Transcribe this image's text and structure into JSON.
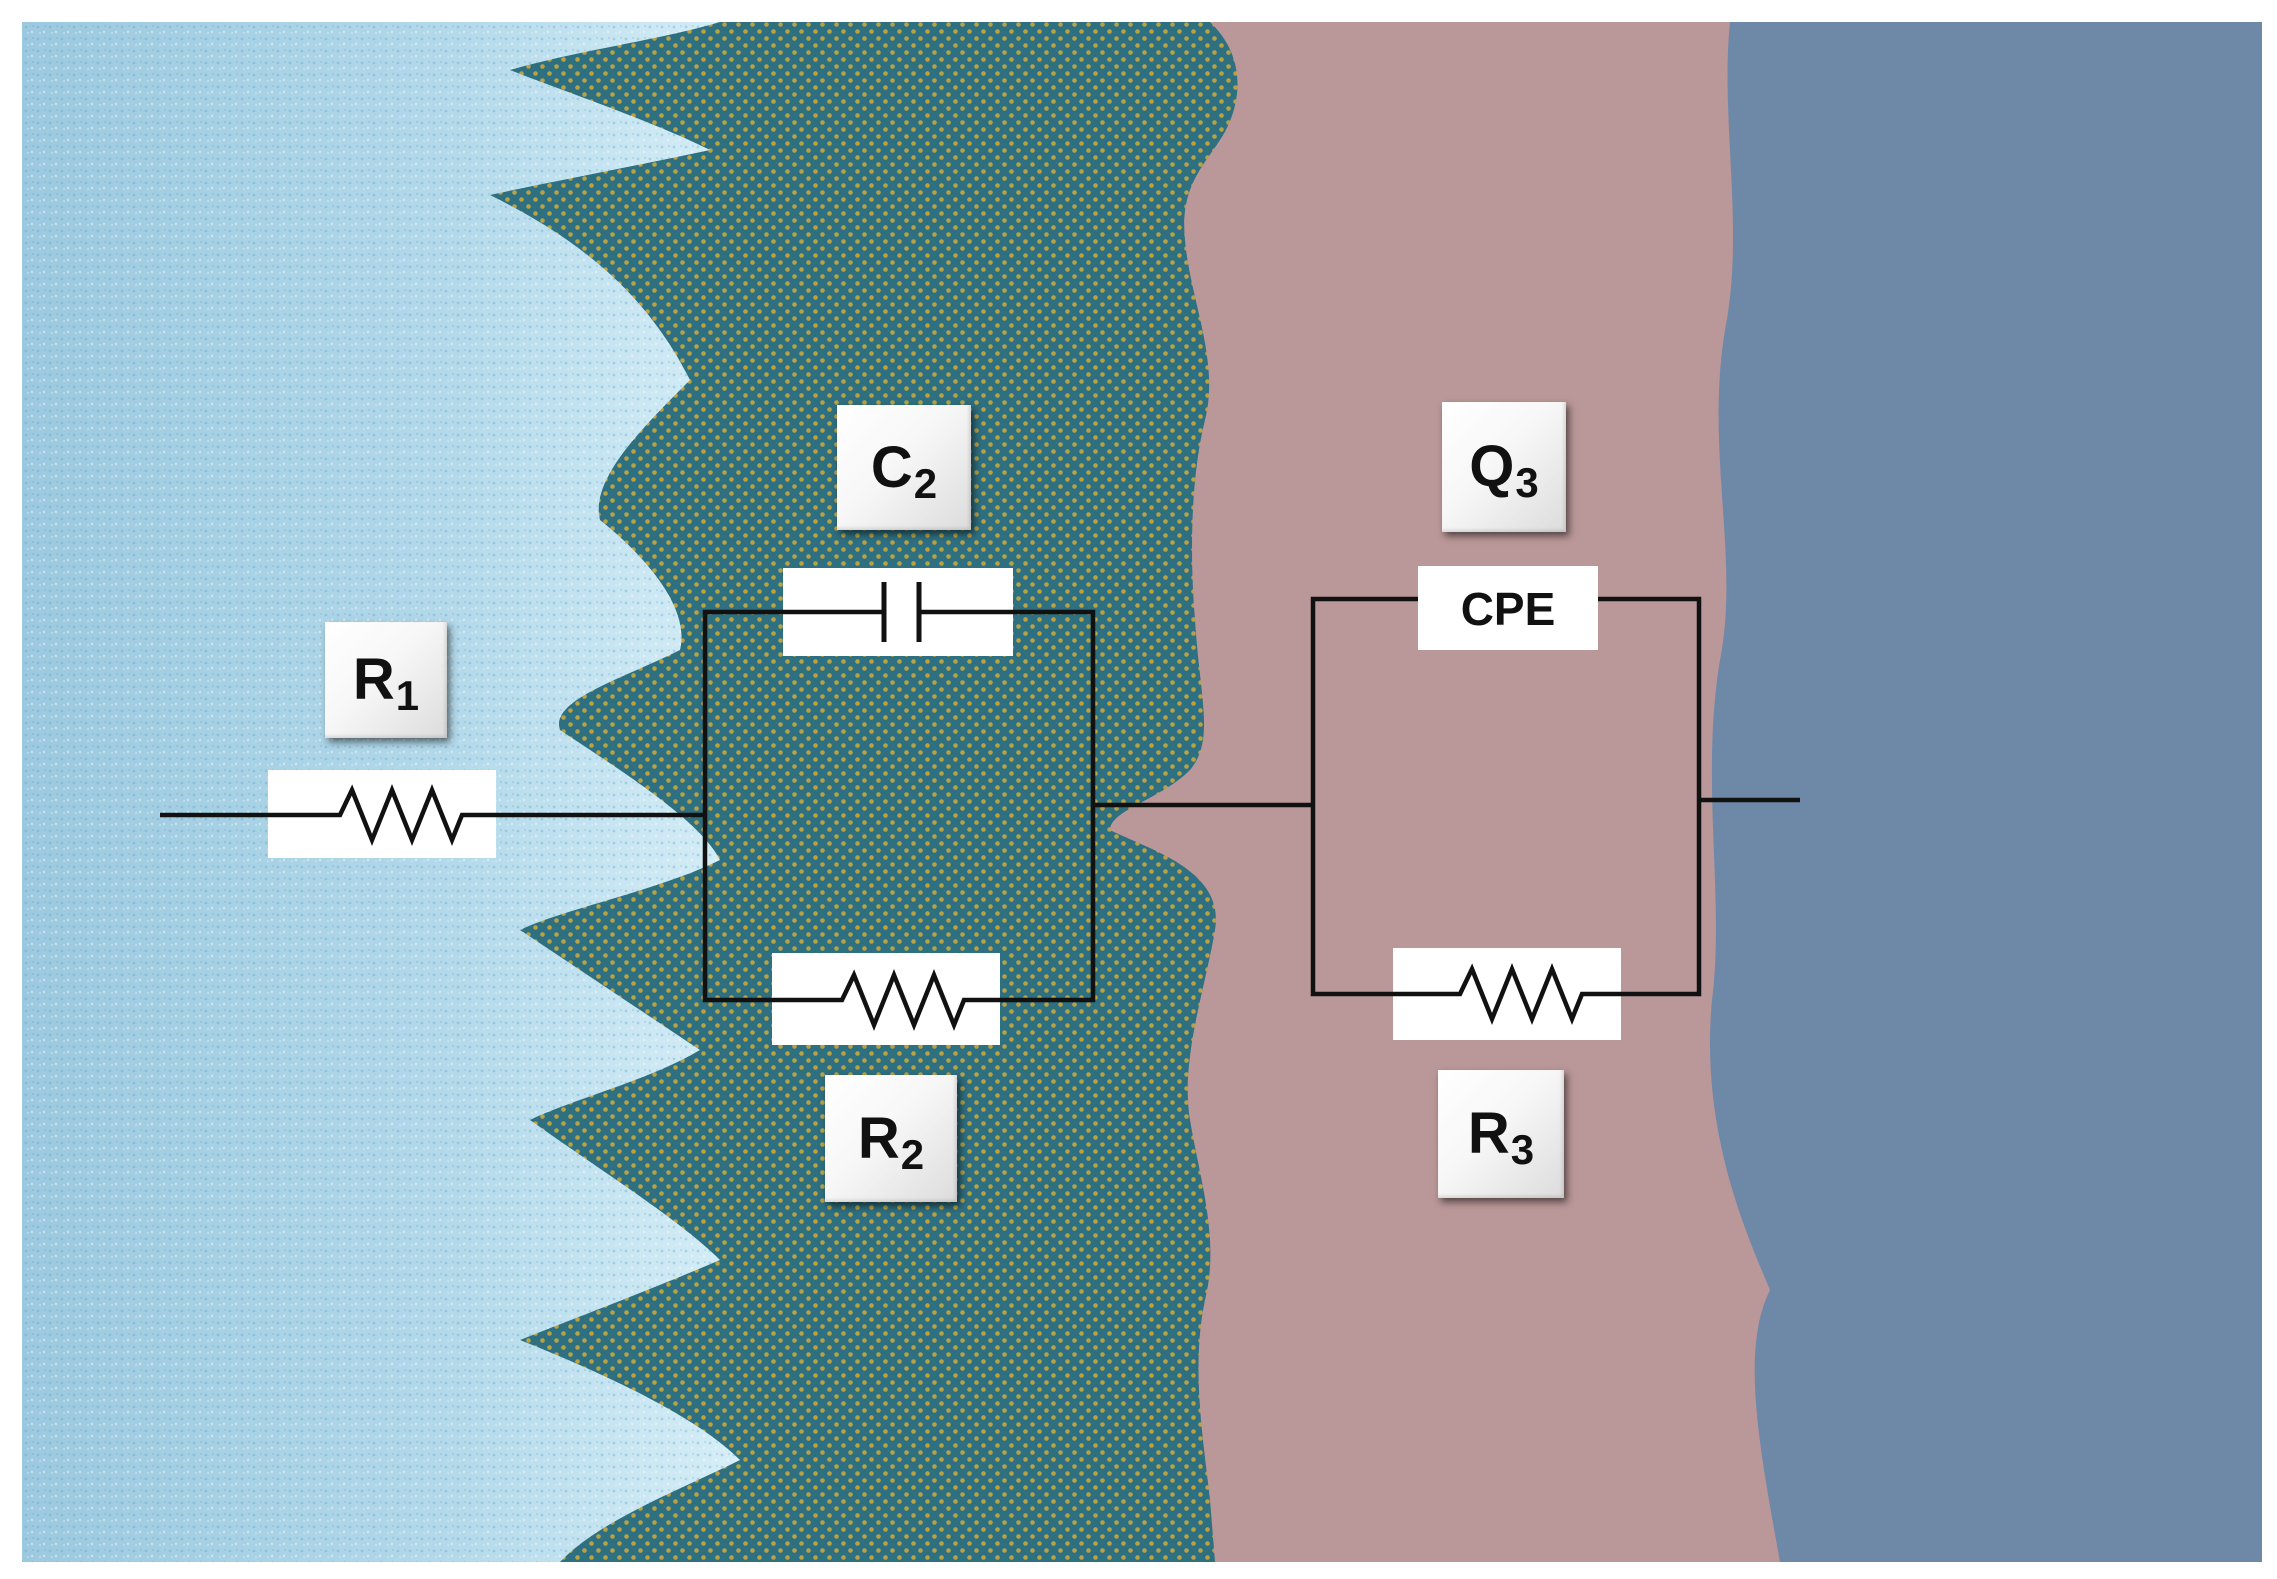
{
  "colors": {
    "electrolyte": "#a9d3e6",
    "porous_layer": "#2e6f80",
    "porous_dots": "#b9a246",
    "barrier_layer": "#ba9798",
    "metal": "#6e88a8",
    "wire": "#111111",
    "background": "#ffffff"
  },
  "labels": {
    "r1": {
      "main": "R",
      "sub": "1"
    },
    "c2": {
      "main": "C",
      "sub": "2"
    },
    "r2": {
      "main": "R",
      "sub": "2"
    },
    "q3": {
      "main": "Q",
      "sub": "3"
    },
    "r3": {
      "main": "R",
      "sub": "3"
    },
    "cpe": "CPE"
  },
  "components": [
    {
      "name": "r1-resistor",
      "icon": "resistor-icon"
    },
    {
      "name": "c2-capacitor",
      "icon": "capacitor-icon"
    },
    {
      "name": "r2-resistor",
      "icon": "resistor-icon"
    },
    {
      "name": "q3-cpe",
      "icon": "cpe-box"
    },
    {
      "name": "r3-resistor",
      "icon": "resistor-icon"
    }
  ]
}
